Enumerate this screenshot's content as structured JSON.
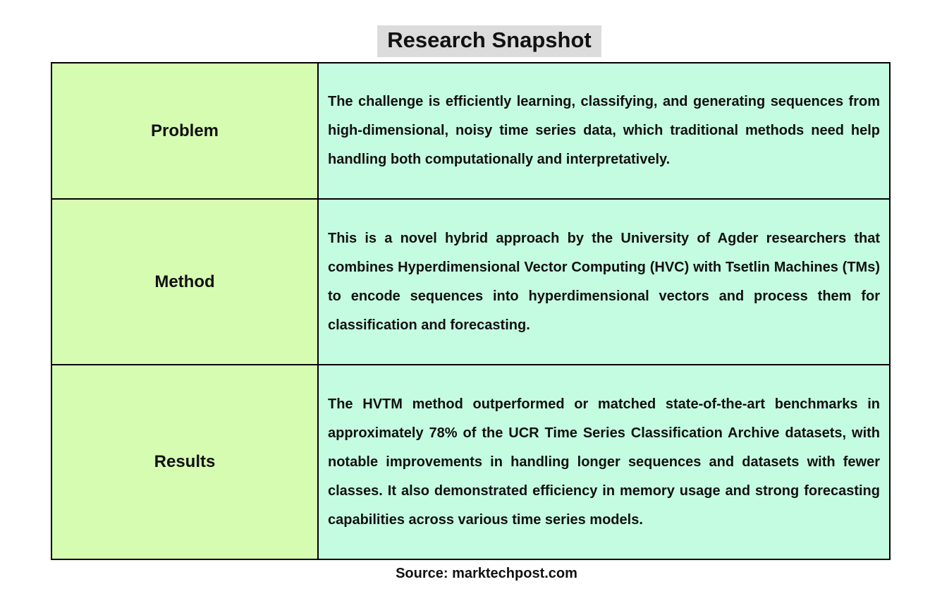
{
  "title": "Research Snapshot",
  "source": "Source: marktechpost.com",
  "colors": {
    "title_bg": "#dcdcdc",
    "label_bg": "#d6fcb2",
    "content_bg": "#c4fce1",
    "border": "#000000"
  },
  "rows": [
    {
      "label": "Problem",
      "content": "The challenge is efficiently learning, classifying, and generating sequences from high-dimensional, noisy time series data, which traditional methods need help handling both computationally and interpretatively."
    },
    {
      "label": "Method",
      "content": "This is a novel hybrid approach by the University of Agder researchers that combines Hyperdimensional Vector Computing (HVC) with Tsetlin Machines (TMs) to encode sequences into hyperdimensional vectors and process them for classification and forecasting."
    },
    {
      "label": "Results",
      "content": "The HVTM method outperformed or matched state-of-the-art benchmarks in approximately 78% of the UCR Time Series Classification Archive datasets, with notable improvements in handling longer sequences and datasets with fewer classes. It also demonstrated efficiency in memory usage and strong forecasting capabilities across various time series models."
    }
  ]
}
